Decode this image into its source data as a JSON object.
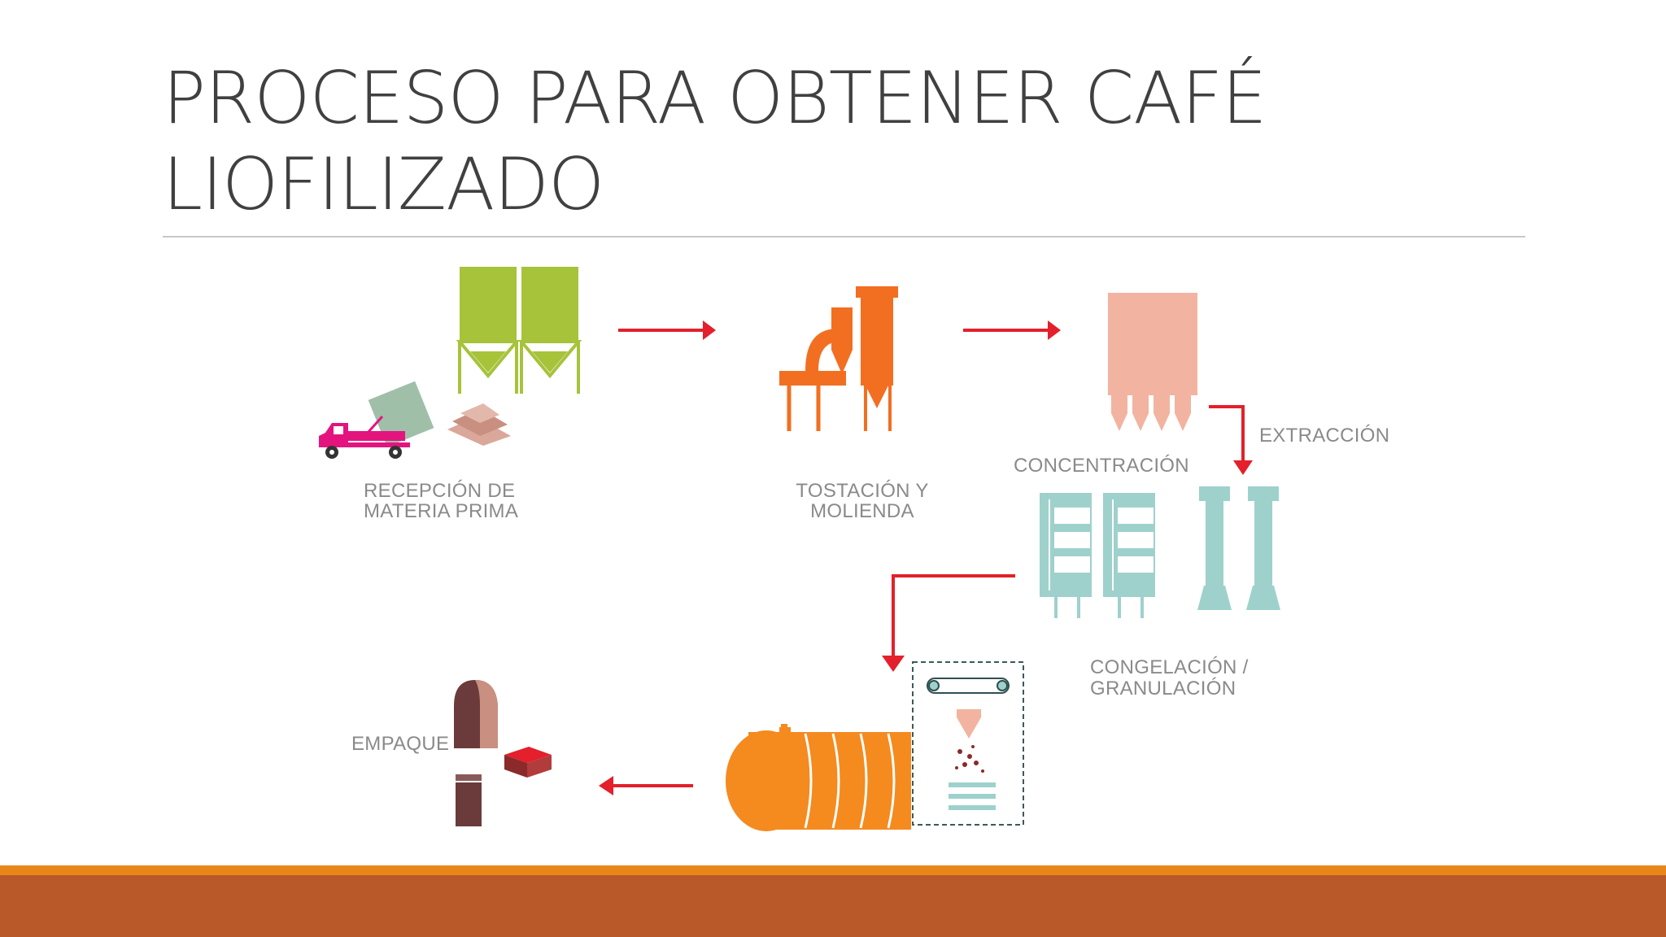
{
  "slide": {
    "title_line1": "PROCESO PARA OBTENER CAFÉ",
    "title_line2": "LIOFILIZADO"
  },
  "diagram": {
    "steps": {
      "reception_line1": "RECEPCIÓN DE",
      "reception_line2": "MATERIA PRIMA",
      "roasting_line1": "TOSTACIÓN Y",
      "roasting_line2": "MOLIENDA",
      "concentration": "CONCENTRACIÓN",
      "extraction": "EXTRACCIÓN",
      "freezing_line1": "CONGELACIÓN /",
      "freezing_line2": "GRANULACIÓN",
      "packaging": "EMPAQUE"
    },
    "colors": {
      "arrow": "#e3202b",
      "silo": "#a6c33a",
      "roaster": "#f26f21",
      "concentrator": "#f2b4a0",
      "freezer": "#9ed1cc",
      "dryer": "#f58a1f",
      "truck": "#e4147f",
      "package": "#6b3b3b"
    }
  }
}
